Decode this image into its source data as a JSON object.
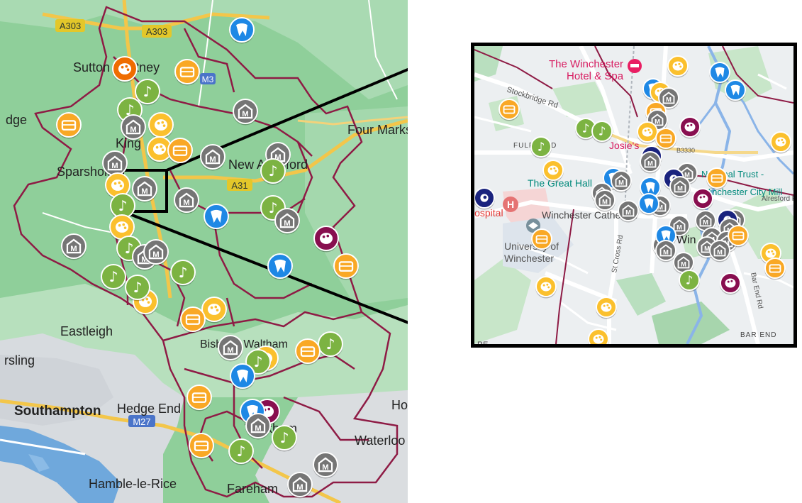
{
  "regional_map": {
    "place_labels": {
      "sutton_scotney": "Sutton Scotney",
      "four_marks": "Four Marks",
      "sparsholt": "Sparsholt",
      "king": "King",
      "new_alresford": "New Alresford",
      "eastleigh": "Eastleigh",
      "bishops_waltham": "Bishops Waltham",
      "swaythling": "rsling",
      "southampton": "Southampton",
      "hedge_end": "Hedge End",
      "wickham": "Wickham",
      "waterlooville": "Waterloo",
      "hamble": "Hamble-le-Rice",
      "fareham": "Fareham",
      "ho": "Ho",
      "idge": "dge"
    },
    "road_labels": {
      "a303_left": "A303",
      "a303_right": "A303",
      "a31": "A31",
      "m27": "M27",
      "m3": "M3"
    }
  },
  "inset_map": {
    "labels": {
      "winchester_hotel": "The Winchester Hotel & Spa",
      "stockbridge_rd": "Stockbridge Rd",
      "fulflood": "FULFLOOD",
      "josie": "Josie's",
      "b3330": "B3330",
      "the_great_hall": "The Great Hall",
      "winchester_city_mill": "National Trust - Winchester City Mill",
      "alresford_rd": "Alresford Rd",
      "hospital": "Hospital",
      "winchester_cathedral": "Winchester Cathedral",
      "university": "University of Winchester",
      "st_cross_rd": "St Cross Rd",
      "win": "Win",
      "bar_end_rd": "Bar End Rd",
      "bar_end": "BAR END",
      "re": "RE"
    }
  },
  "legend_colors": {
    "museum": "#757575",
    "music": "#7cb342",
    "arts_orange": "#f9a825",
    "theatre": "#fbc02d",
    "heritage_blue": "#1e88e5",
    "gallery": "#880e4f",
    "navy": "#1a237e",
    "palette_orange": "#ef6c00"
  }
}
